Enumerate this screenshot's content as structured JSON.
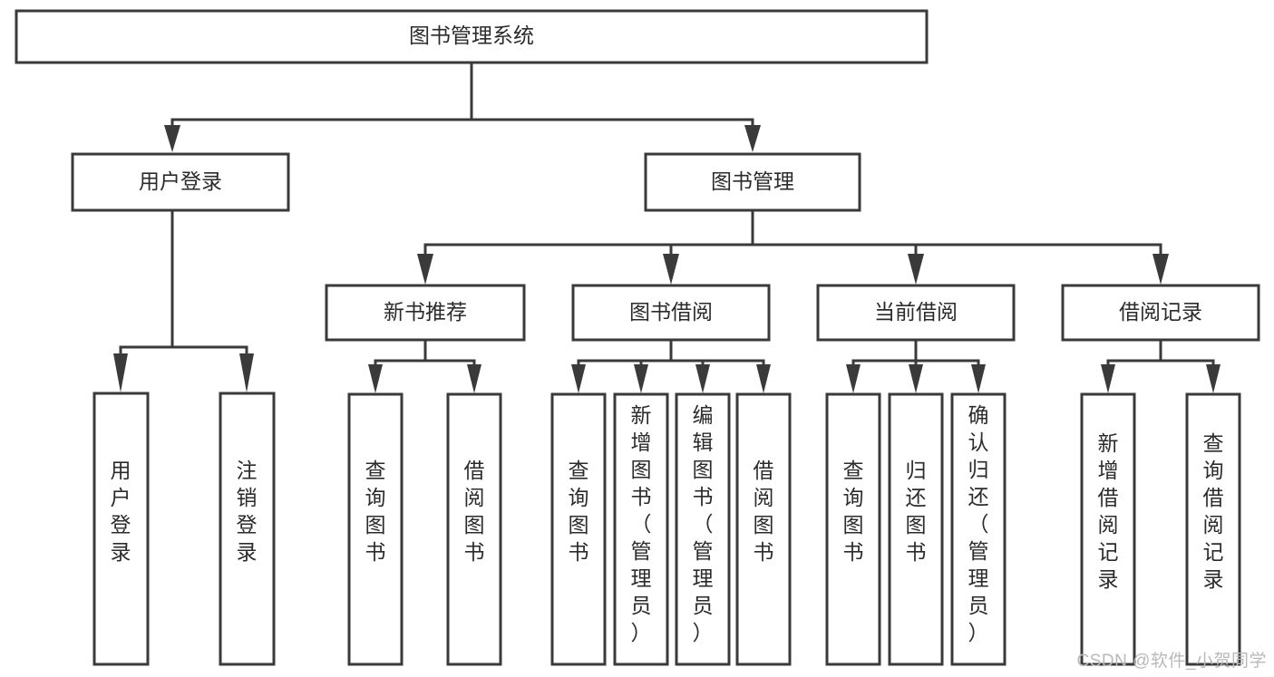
{
  "diagram": {
    "type": "tree",
    "title": "图书管理系统",
    "watermark": "CSDN @软件_小贺同学",
    "colors": {
      "stroke": "#3a3a3a",
      "fill": "#ffffff",
      "text": "#2b2b2b",
      "watermark": "#b9b9b9"
    },
    "levels": {
      "root": {
        "label": "图书管理系统"
      },
      "level2": [
        {
          "label": "用户登录"
        },
        {
          "label": "图书管理"
        }
      ],
      "level3": [
        {
          "label": "新书推荐"
        },
        {
          "label": "图书借阅"
        },
        {
          "label": "当前借阅"
        },
        {
          "label": "借阅记录"
        }
      ],
      "leaves": [
        {
          "label": "用户登录",
          "parent": "用户登录"
        },
        {
          "label": "注销登录",
          "parent": "用户登录"
        },
        {
          "label": "查询图书",
          "parent": "新书推荐"
        },
        {
          "label": "借阅图书",
          "parent": "新书推荐"
        },
        {
          "label": "查询图书",
          "parent": "图书借阅"
        },
        {
          "label": "新增图书（管理员）",
          "parent": "图书借阅"
        },
        {
          "label": "编辑图书（管理员）",
          "parent": "图书借阅"
        },
        {
          "label": "借阅图书",
          "parent": "图书借阅"
        },
        {
          "label": "查询图书",
          "parent": "当前借阅"
        },
        {
          "label": "归还图书",
          "parent": "当前借阅"
        },
        {
          "label": "确认归还（管理员）",
          "parent": "当前借阅"
        },
        {
          "label": "新增借阅记录",
          "parent": "借阅记录"
        },
        {
          "label": "查询借阅记录",
          "parent": "借阅记录"
        }
      ]
    }
  }
}
